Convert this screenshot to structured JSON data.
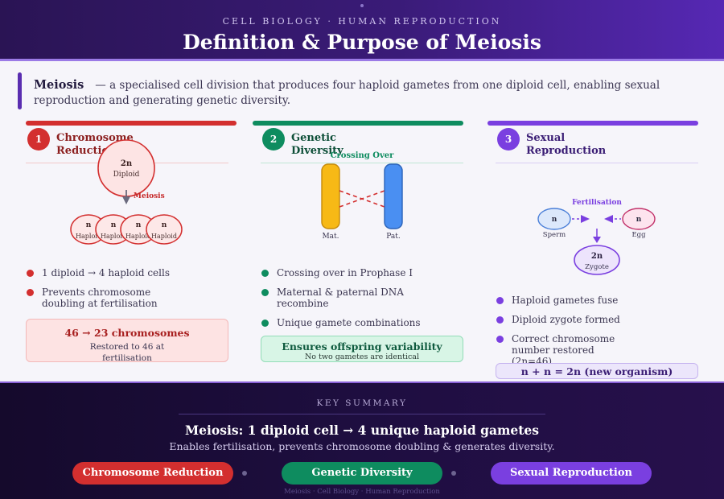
{
  "header": {
    "eyebrow": "CELL BIOLOGY · HUMAN REPRODUCTION",
    "title": "Definition & Purpose of Meiosis"
  },
  "definition": {
    "term": "Meiosis",
    "text": "— a specialised cell division that produces four haploid gametes from one diploid cell, enabling sexual reproduction and generating genetic diversity."
  },
  "colors": {
    "red": "#d32f2f",
    "green": "#0e8c5f",
    "purple": "#7a3fe0"
  },
  "columns": [
    {
      "number": "1",
      "title_line1": "Chromosome",
      "title_line2": "Reduction",
      "diagram": {
        "parent_ploidy": "2n",
        "parent_label": "Diploid",
        "arrow_label": "Meiosis",
        "child_ploidy": "n",
        "child_label": "Haploid"
      },
      "bullets": [
        "1 diploid → 4 haploid cells",
        "Prevents chromosome doubling at fertilisation"
      ],
      "box_title": "46 → 23 chromosomes",
      "box_sub": "Restored to 46 at fertilisation"
    },
    {
      "number": "2",
      "title_line1": "Genetic",
      "title_line2": "Diversity",
      "diagram": {
        "label": "Crossing Over",
        "left_label": "Mat.",
        "right_label": "Pat."
      },
      "bullets": [
        "Crossing over in Prophase I",
        "Maternal & paternal DNA recombine",
        "Unique gamete combinations"
      ],
      "box_title": "Ensures offspring variability",
      "box_sub": "No two gametes are identical"
    },
    {
      "number": "3",
      "title_line1": "Sexual",
      "title_line2": "Reproduction",
      "diagram": {
        "label": "Fertilisation",
        "left_ploidy": "n",
        "left_label": "Sperm",
        "right_ploidy": "n",
        "right_label": "Egg",
        "result_ploidy": "2n",
        "result_label": "Zygote"
      },
      "bullets": [
        "Haploid gametes fuse",
        "Diploid zygote formed",
        "Correct chromosome number restored (2n=46)"
      ],
      "box_title": "n + n = 2n (new organism)"
    }
  ],
  "summary": {
    "heading": "KEY SUMMARY",
    "main": "Meiosis: 1 diploid cell → 4 unique haploid gametes",
    "sub": "Enables fertilisation, prevents chromosome doubling & generates diversity.",
    "pills": [
      "Chromosome Reduction",
      "Genetic Diversity",
      "Sexual Reproduction"
    ],
    "footnote": "Meiosis · Cell Biology · Human Reproduction"
  }
}
